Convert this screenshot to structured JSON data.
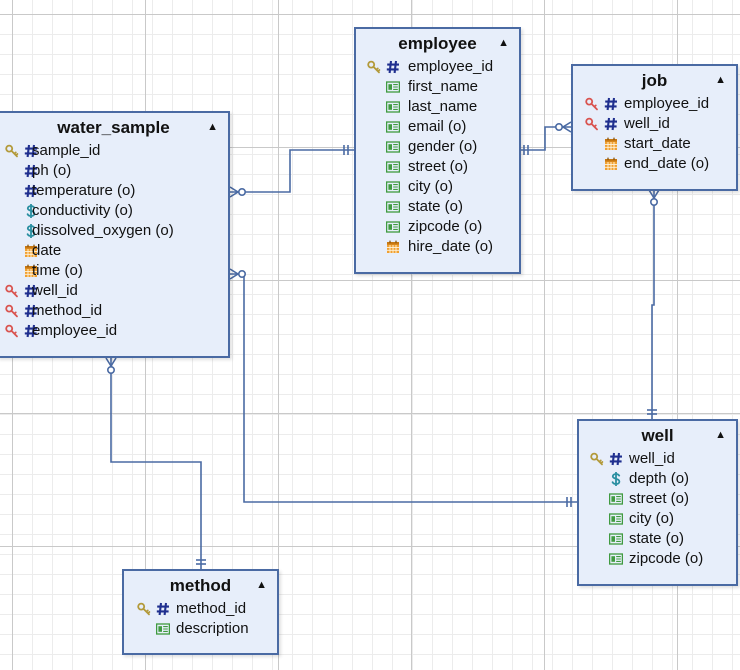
{
  "colors": {
    "entity_fill": "#e7eefa",
    "entity_border": "#4a6aa3",
    "connector": "#4a6aa3",
    "key_icon": "#b39a3a",
    "foreign_key_icon": "#d9534f",
    "number_icon": "#1f2f8f",
    "currency_icon": "#2a8fa1",
    "date_icon": "#f0a030",
    "text_icon": "#3f9a3f"
  },
  "collapse_symbol": "▲",
  "entities": {
    "water_sample": {
      "title": "water_sample",
      "attributes": [
        {
          "label": "sample_id",
          "icons": [
            "key-icon",
            "number-icon"
          ]
        },
        {
          "label": "ph (o)",
          "icons": [
            "number-icon"
          ]
        },
        {
          "label": "temperature (o)",
          "icons": [
            "number-icon"
          ]
        },
        {
          "label": "conductivity (o)",
          "icons": [
            "currency-icon"
          ]
        },
        {
          "label": "dissolved_oxygen (o)",
          "icons": [
            "currency-icon"
          ]
        },
        {
          "label": "date",
          "icons": [
            "date-icon"
          ]
        },
        {
          "label": "time (o)",
          "icons": [
            "date-icon"
          ]
        },
        {
          "label": "well_id",
          "icons": [
            "foreign-key-icon",
            "number-icon"
          ]
        },
        {
          "label": "method_id",
          "icons": [
            "foreign-key-icon",
            "number-icon"
          ]
        },
        {
          "label": "employee_id",
          "icons": [
            "foreign-key-icon",
            "number-icon"
          ]
        }
      ]
    },
    "employee": {
      "title": "employee",
      "attributes": [
        {
          "label": "employee_id",
          "icons": [
            "key-icon",
            "number-icon"
          ]
        },
        {
          "label": "first_name",
          "icons": [
            "text-icon"
          ]
        },
        {
          "label": "last_name",
          "icons": [
            "text-icon"
          ]
        },
        {
          "label": "email (o)",
          "icons": [
            "text-icon"
          ]
        },
        {
          "label": "gender (o)",
          "icons": [
            "text-icon"
          ]
        },
        {
          "label": "street (o)",
          "icons": [
            "text-icon"
          ]
        },
        {
          "label": "city (o)",
          "icons": [
            "text-icon"
          ]
        },
        {
          "label": "state (o)",
          "icons": [
            "text-icon"
          ]
        },
        {
          "label": "zipcode (o)",
          "icons": [
            "text-icon"
          ]
        },
        {
          "label": "hire_date (o)",
          "icons": [
            "date-icon"
          ]
        }
      ]
    },
    "job": {
      "title": "job",
      "attributes": [
        {
          "label": "employee_id",
          "icons": [
            "foreign-key-icon",
            "number-icon"
          ]
        },
        {
          "label": "well_id",
          "icons": [
            "foreign-key-icon",
            "number-icon"
          ]
        },
        {
          "label": "start_date",
          "icons": [
            "date-icon"
          ]
        },
        {
          "label": "end_date (o)",
          "icons": [
            "date-icon"
          ]
        }
      ]
    },
    "well": {
      "title": "well",
      "attributes": [
        {
          "label": "well_id",
          "icons": [
            "key-icon",
            "number-icon"
          ]
        },
        {
          "label": "depth (o)",
          "icons": [
            "currency-icon"
          ]
        },
        {
          "label": "street (o)",
          "icons": [
            "text-icon"
          ]
        },
        {
          "label": "city (o)",
          "icons": [
            "text-icon"
          ]
        },
        {
          "label": "state (o)",
          "icons": [
            "text-icon"
          ]
        },
        {
          "label": "zipcode (o)",
          "icons": [
            "text-icon"
          ]
        }
      ]
    },
    "method": {
      "title": "method",
      "attributes": [
        {
          "label": "method_id",
          "icons": [
            "key-icon",
            "number-icon"
          ]
        },
        {
          "label": "description",
          "icons": [
            "text-icon"
          ]
        }
      ]
    }
  },
  "relationships": [
    {
      "from": "water_sample",
      "to": "employee",
      "from_end": "zero-or-many",
      "to_end": "one-and-only-one"
    },
    {
      "from": "job",
      "to": "employee",
      "from_end": "zero-or-many",
      "to_end": "one-and-only-one"
    },
    {
      "from": "job",
      "to": "well",
      "from_end": "zero-or-many",
      "to_end": "one-and-only-one"
    },
    {
      "from": "water_sample",
      "to": "well",
      "from_end": "zero-or-many",
      "to_end": "one-and-only-one"
    },
    {
      "from": "water_sample",
      "to": "method",
      "from_end": "zero-or-many",
      "to_end": "one-and-only-one"
    }
  ]
}
